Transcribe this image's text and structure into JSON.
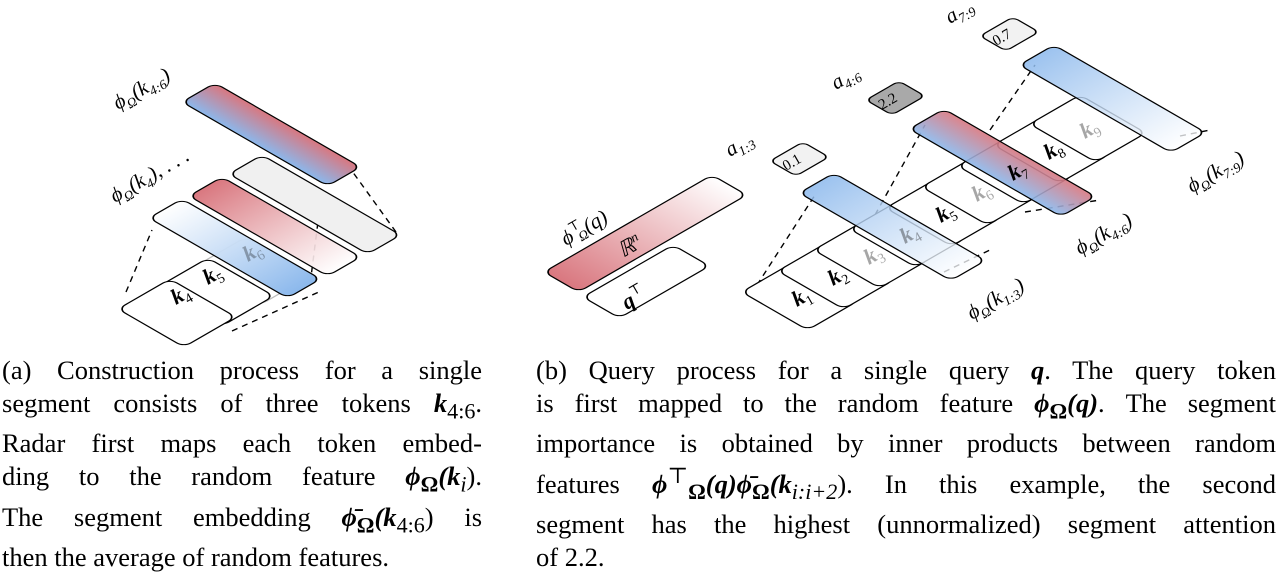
{
  "figure": {
    "panel_a": {
      "tokens": [
        {
          "name": "k",
          "sub": "4"
        },
        {
          "name": "k",
          "sub": "5"
        },
        {
          "name": "k",
          "sub": "6"
        }
      ],
      "label_feature": {
        "base": "ϕ",
        "omega": "Ω",
        "arg": "(k",
        "sub": "4",
        "tail": "), . . ."
      },
      "label_segment": {
        "bar": "¯",
        "base": "ϕ",
        "omega": "Ω",
        "arg": "(k",
        "sub": "4:6",
        "tail": ")"
      }
    },
    "panel_b": {
      "query_token": {
        "name": "q",
        "sup": "⊤"
      },
      "query_feature_label": {
        "base": "ϕ",
        "sup": "⊤",
        "omega": "Ω",
        "arg": "(q)"
      },
      "query_feature_space": {
        "base": "ℝ",
        "sup": "n"
      },
      "tokens": [
        {
          "name": "k",
          "sub": "1"
        },
        {
          "name": "k",
          "sub": "2"
        },
        {
          "name": "k",
          "sub": "3"
        },
        {
          "name": "k",
          "sub": "4"
        },
        {
          "name": "k",
          "sub": "5"
        },
        {
          "name": "k",
          "sub": "6"
        },
        {
          "name": "k",
          "sub": "7"
        },
        {
          "name": "k",
          "sub": "8"
        },
        {
          "name": "k",
          "sub": "9"
        }
      ],
      "segments": [
        {
          "label_sub": "1:3",
          "score_name": "a",
          "score_sub": "1:3",
          "score": "0.1",
          "highlight": false
        },
        {
          "label_sub": "4:6",
          "score_name": "a",
          "score_sub": "4:6",
          "score": "2.2",
          "highlight": true
        },
        {
          "label_sub": "7:9",
          "score_name": "a",
          "score_sub": "7:9",
          "score": "0.7",
          "highlight": false
        }
      ],
      "segment_label": {
        "bar": "¯",
        "base": "ϕ",
        "omega": "Ω",
        "arg": "(k",
        "tail": ")"
      }
    },
    "colors": {
      "red": "#d9777f",
      "blue": "#8bb8ec",
      "grey_box": "#f0f0f0",
      "score_highlight": "#a9a9a9",
      "score_normal": "#f2f2f2"
    }
  },
  "captions": {
    "a": {
      "l1": {
        "t": "(a) Construction process for a single"
      },
      "l2": {
        "t1": "segment consists of three tokens ",
        "m_base": "k",
        "m_sub": "4:6",
        "t2": "."
      },
      "l3": {
        "t": "Radar first maps each token embed-"
      },
      "l4": {
        "t1": "ding to the random feature ",
        "m_base": "ϕ",
        "m_omega": "Ω",
        "m_arg": "(k",
        "m_sub": "i",
        "t2": ")."
      },
      "l5": {
        "t1": "The segment embedding ",
        "m_base": "ϕ̄",
        "m_omega": "Ω",
        "m_arg": "(k",
        "m_sub": "4:6",
        "t2": ") is"
      },
      "l6": {
        "t": "then the average of random features."
      }
    },
    "b": {
      "l1": {
        "t1": "(b) Query process for a single query ",
        "m": "q",
        "t2": ".  The query token"
      },
      "l2": {
        "t1": "is first mapped to the random feature ",
        "m_base": "ϕ",
        "m_omega": "Ω",
        "m_arg": "(q)",
        "t2": ".  The segment"
      },
      "l3": {
        "t": "importance is obtained by inner products between random"
      },
      "l4": {
        "t1": "features ",
        "m1": "ϕ",
        "m1_sup": "⊤",
        "m1_omega": "Ω",
        "m1_arg": "(q)",
        "m2": "ϕ̄",
        "m2_omega": "Ω",
        "m2_arg": "(k",
        "m2_sub": "i:i+2",
        "t2": ").  In this example, the second"
      },
      "l5": {
        "t": "segment has the highest (unnormalized) segment attention"
      },
      "l6": {
        "t": "of 2.2."
      }
    }
  }
}
